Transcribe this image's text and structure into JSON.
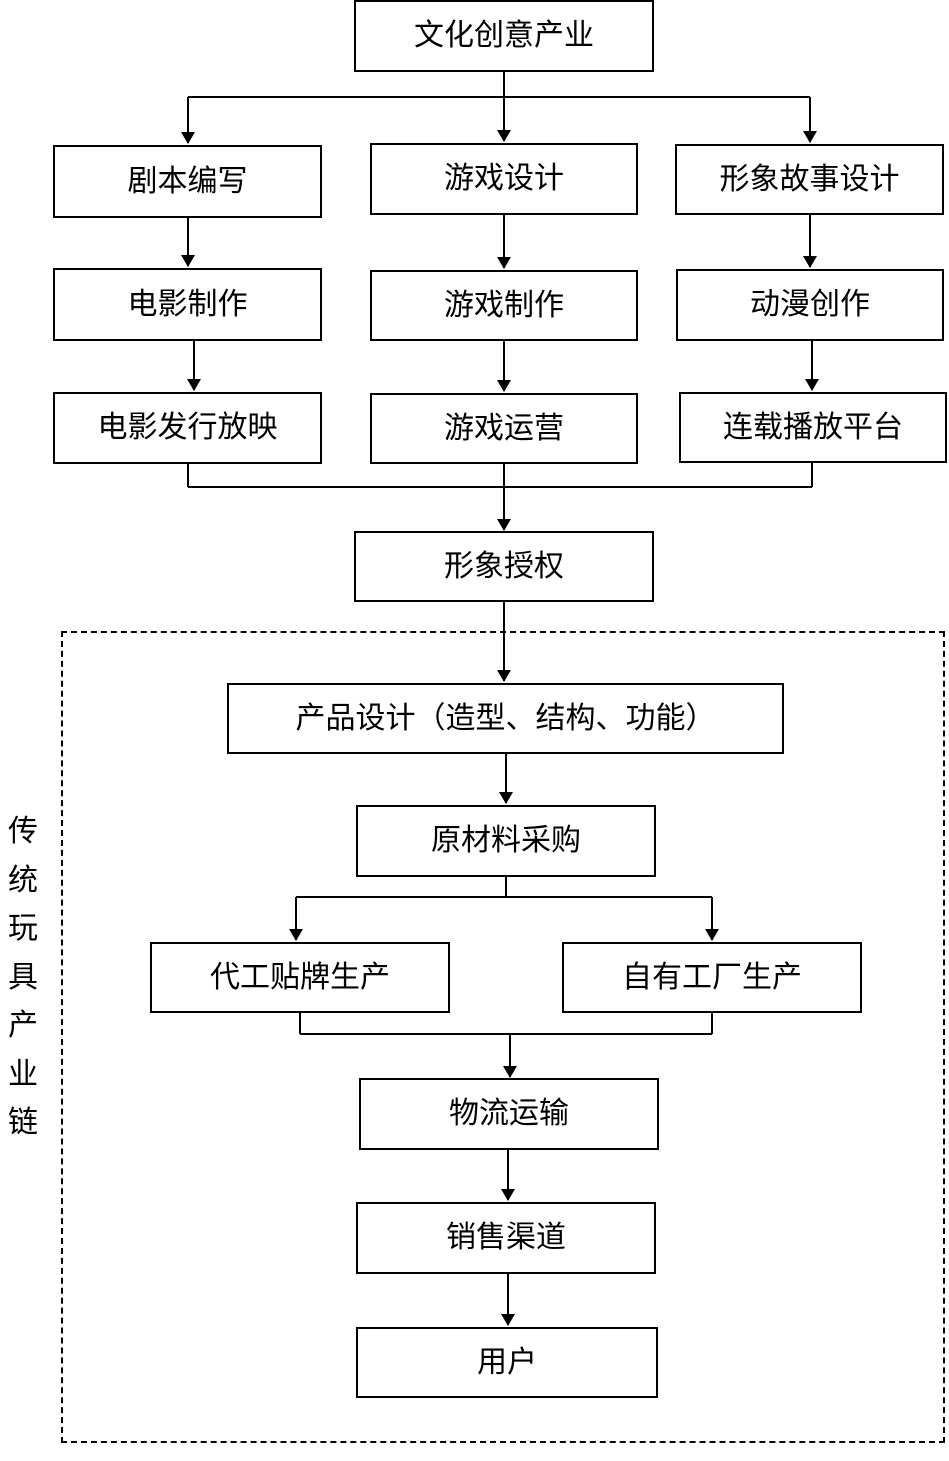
{
  "nodes": {
    "root": "文化创意产业",
    "script_writing": "剧本编写",
    "game_design": "游戏设计",
    "character_story_design": "形象故事设计",
    "film_production": "电影制作",
    "game_production": "游戏制作",
    "animation_creation": "动漫创作",
    "film_release": "电影发行放映",
    "game_operation": "游戏运营",
    "serial_platform": "连载播放平台",
    "image_licensing": "形象授权",
    "product_design": "产品设计（造型、结构、功能）",
    "raw_material": "原材料采购",
    "oem_production": "代工贴牌生产",
    "own_factory": "自有工厂生产",
    "logistics": "物流运输",
    "sales_channel": "销售渠道",
    "user": "用户"
  },
  "group": {
    "label_chars": [
      "传",
      "统",
      "玩",
      "具",
      "产",
      "业",
      "链"
    ]
  }
}
